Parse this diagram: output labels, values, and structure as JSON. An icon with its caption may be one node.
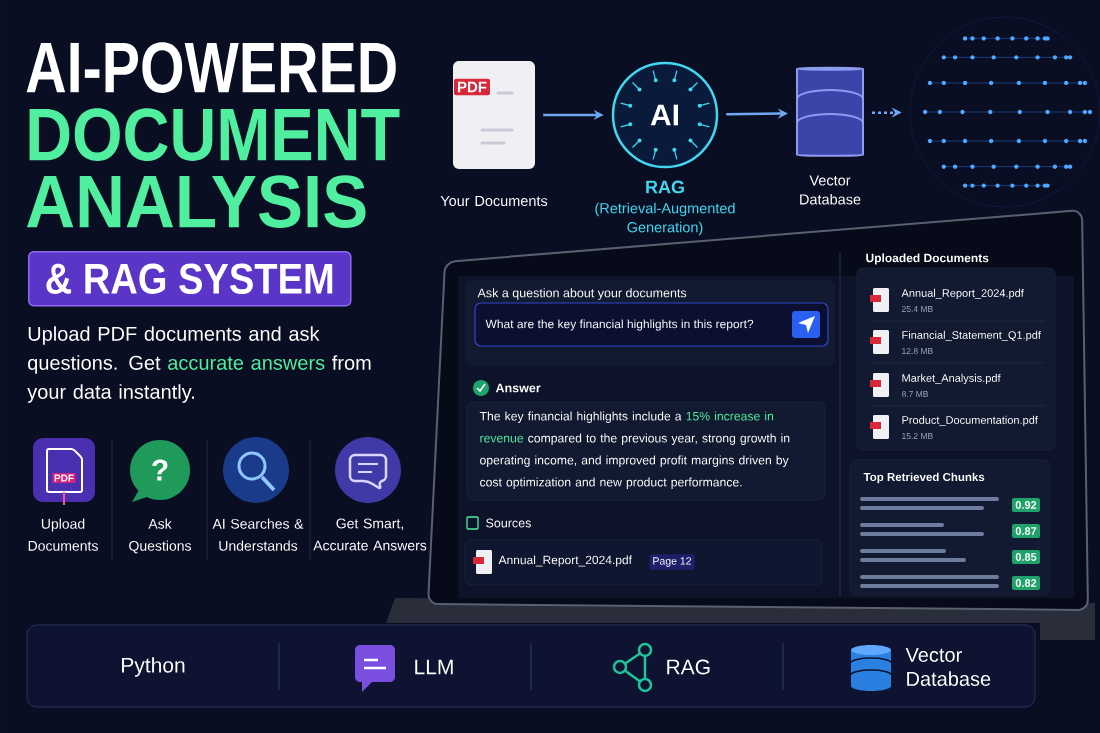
{
  "diagram": {
    "nodes": [
      {
        "text": [
          "PDF"
        ],
        "beside": [
          "Your Documents"
        ]
      },
      {
        "text": [
          "AI"
        ],
        "beside": [
          "RAG",
          "(Retrieval-Augmented Generation)"
        ]
      },
      {
        "text": [
          "Vector Database"
        ]
      },
      {
        "text": [],
        "shape": "picture"
      }
    ],
    "edges": [
      {
        "from": 0,
        "to": 1,
        "arrow": "to"
      },
      {
        "from": 1,
        "to": 2,
        "arrow": "to"
      },
      {
        "from": 2,
        "to": 3,
        "arrow": "to",
        "style": "dashed"
      }
    ],
    "labels": [
      "AI-POWERED",
      "DOCUMENT",
      "ANALYSIS",
      "& RAG SYSTEM",
      "Upload PDF documents and ask questions. Get",
      "accurate answers",
      "from your data instantly.",
      "PDF",
      "?",
      "Upload Documents",
      "Ask Questions",
      "AI Searches & Understands",
      "Get Smart, Accurate Answers",
      "Ask a question about your documents",
      "What are the key financial highlights in this report?",
      "Answer",
      "The key financial highlights include a",
      "15% increase in revenue",
      "compared to the previous year, strong growth in operating income, and improved profit margins driven by cost optimization and new product performance.",
      "Sources",
      "Annual_Report_2024.pdf",
      "Page 12",
      "Uploaded Documents",
      "Annual_Report_2024.pdf",
      "25.4 MB",
      "Financial_Statement_Q1.pdf",
      "12.8 MB",
      "Market_Analysis.pdf",
      "8.7 MB",
      "Product_Documentation.pdf",
      "15.2 MB",
      "Top Retrieved Chunks",
      "0.92",
      "0.87",
      "0.85",
      "0.82",
      "Python",
      "LLM",
      "RAG",
      "Vector Database"
    ]
  }
}
